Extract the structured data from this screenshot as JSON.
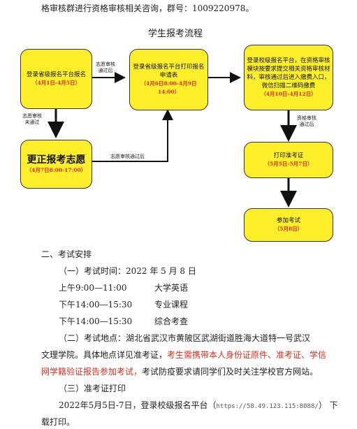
{
  "top_line": "格审核群进行资格审核相关咨询，群号：1009220978。",
  "flow": {
    "title": "学生报考流程",
    "box1": {
      "text": "登录省级报名平台报名",
      "date": "（4月1日-4月5日）"
    },
    "box2": {
      "text": "登录省级报名平台打印报名申请表",
      "date": "（4月6日8:00-4月9日14:00）"
    },
    "box3": {
      "text": "登录校级报名平台，在资格审核模块按要求提交相关资格审核材料，审核通过后进入缴费入口，微信扫描二维码缴费",
      "date": "（4月10日-4月12日）"
    },
    "box4": {
      "text": "更正报考志愿",
      "date": "（4月7日8:00-17:00）"
    },
    "box5": {
      "text": "打印准考证",
      "date": "（5月5日-5月7日）"
    },
    "box6": {
      "text": "参加考试",
      "date": "（5月8日）"
    },
    "label_pass1": "志愿审核通过后",
    "label_fail": "志愿审核未通过",
    "label_pass2": "志愿审核通过后",
    "label_qual": "资格审核通过后"
  },
  "section2": {
    "heading": "二、考试安排",
    "time_line": "（一）考试时间：2022 年 5 月 8 日",
    "schedule": [
      {
        "time": "上午9:00—11:00",
        "subject": "大学英语"
      },
      {
        "time": "下午14:00—15:30",
        "subject": "专业课程"
      },
      {
        "time": "下午14:00—15:30",
        "subject": "综合考查"
      }
    ],
    "place_line1": "（二）考试地点：湖北省武汉市黄陂区武湖街道胜海大道特一号武汉",
    "place_line2_a": "文理学院。具体地点详见准考证，",
    "place_line2_red": "考生需携带本人身份证原件、准考证、学信",
    "place_line3_red": "网学籍验证报告参加考试，",
    "place_line3_b": "考试防疫要求请同学们及时关注学校官方网站。",
    "print_heading": "（三）准考证打印",
    "print_line_a": "2022年5月5日-7日，登录校级报名平台（",
    "print_url": "https://58.49.123.115:8088/",
    "print_line_b": "）  下",
    "print_line2": "载打印。"
  }
}
